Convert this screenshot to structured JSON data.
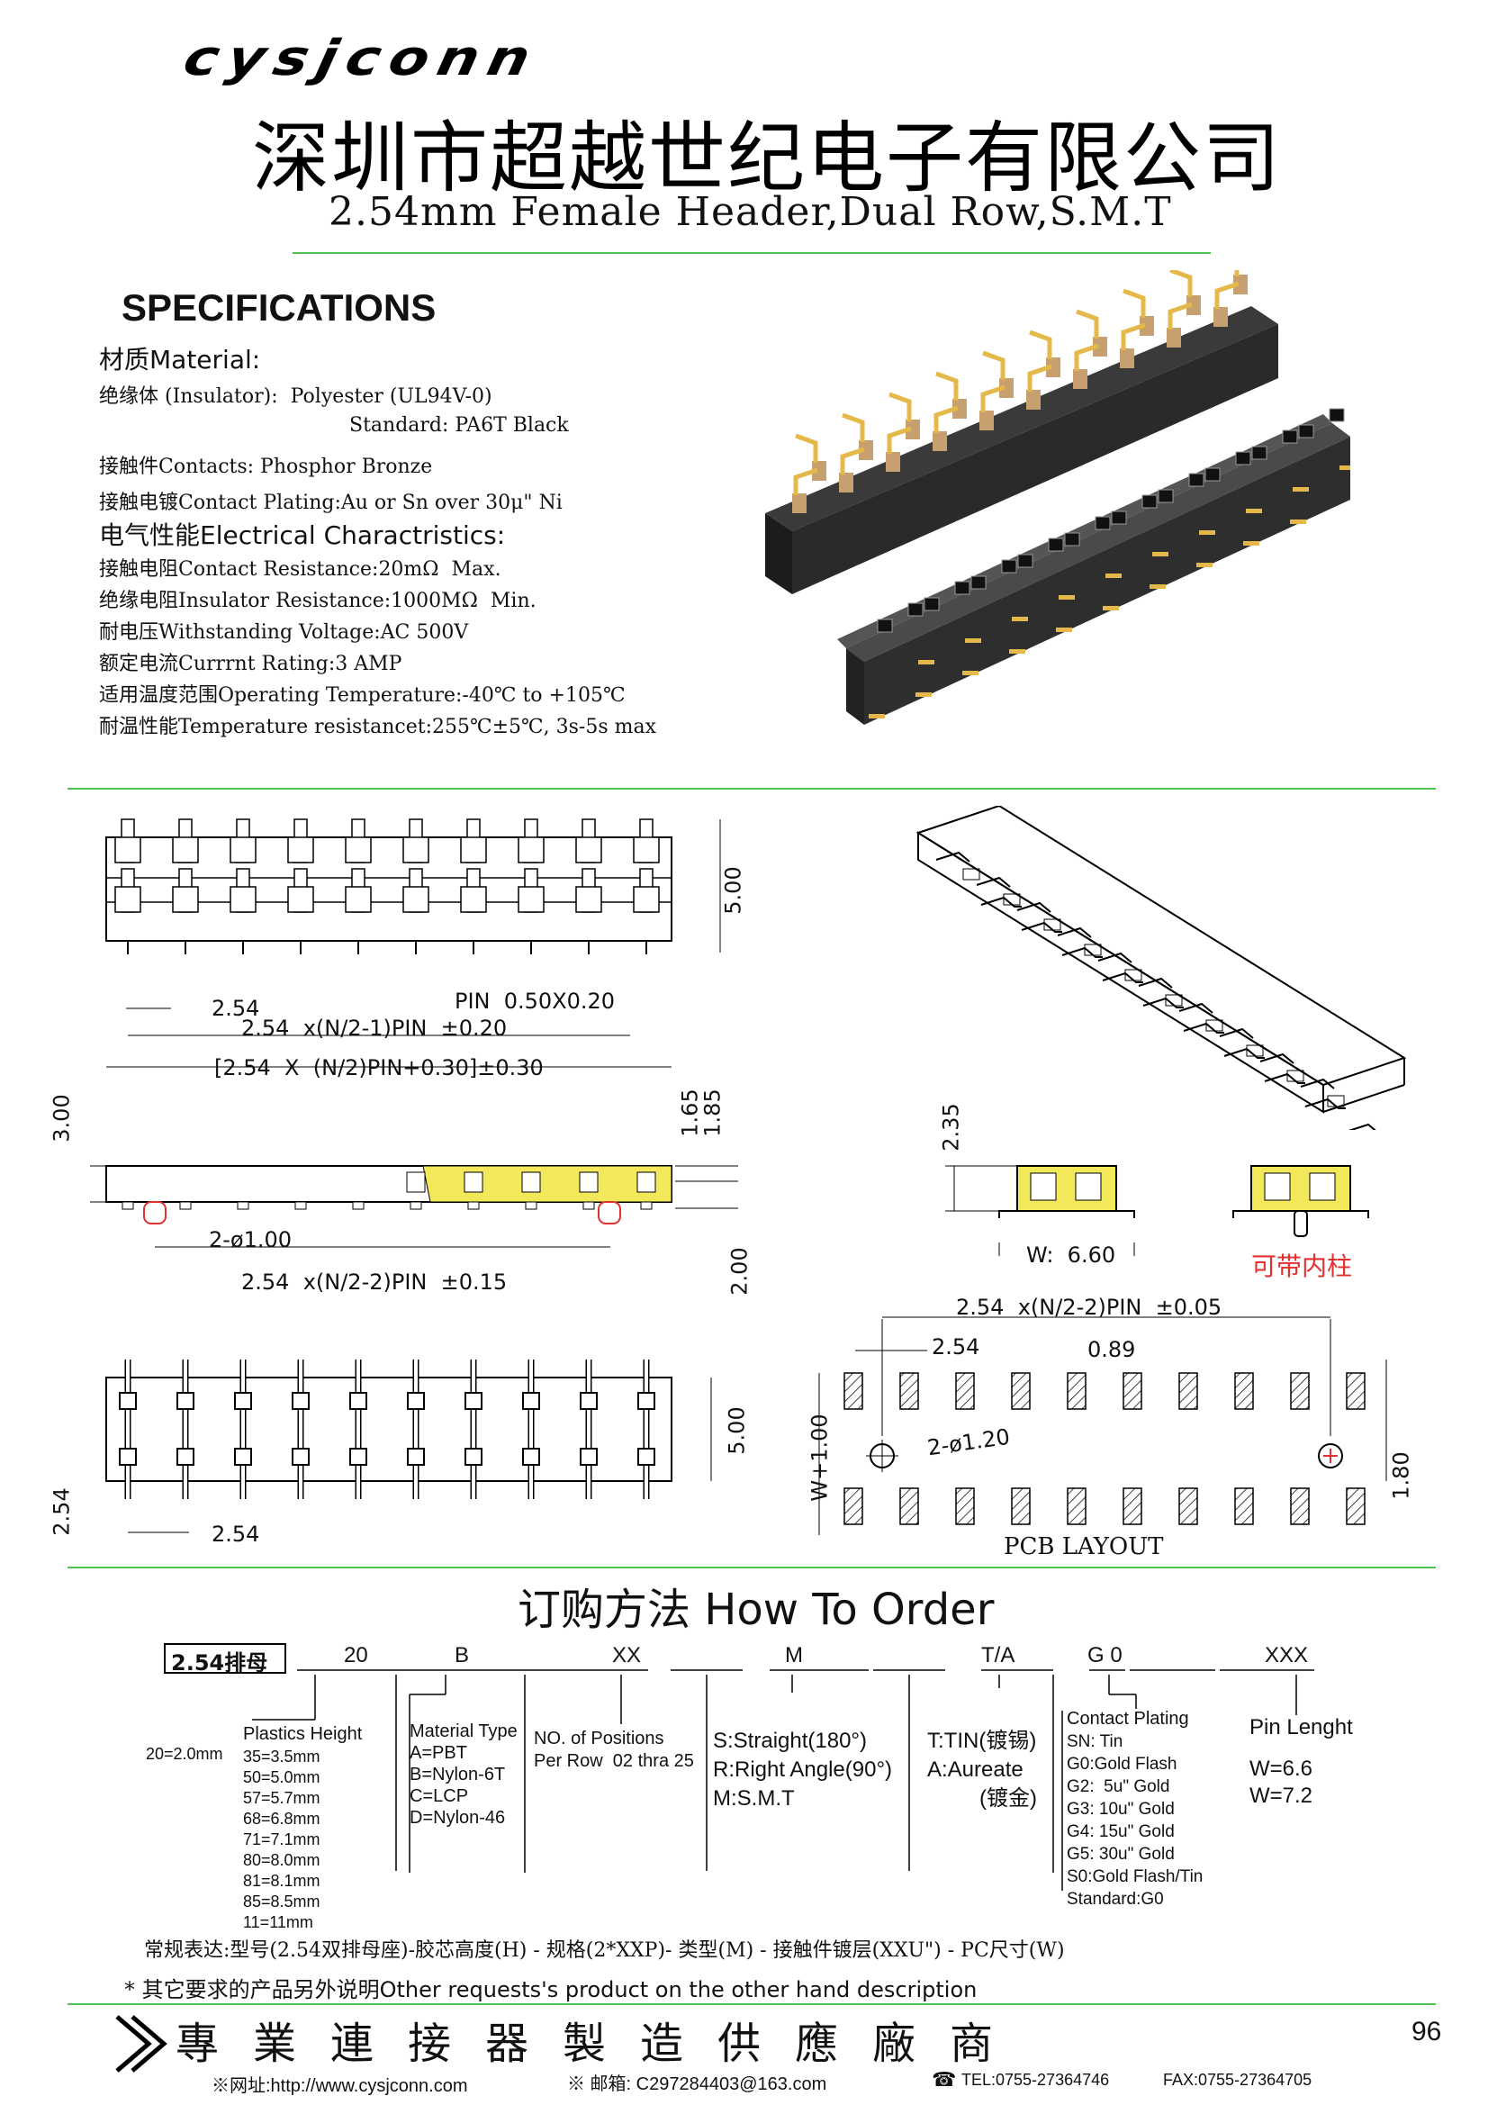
{
  "header": {
    "logo": "cysjconn",
    "company": "深圳市超越世纪电子有限公司",
    "product_title": "2.54mm Female Header,Dual Row,S.M.T"
  },
  "specs": {
    "title": "SPECIFICATIONS",
    "material_heading": "材质Material:",
    "insulator": "绝缘体 (Insulator):  Polyester (UL94V-0)",
    "standard": "Standard: PA6T Black",
    "contacts": "接触件Contacts: Phosphor Bronze",
    "plating": "接触电镀Contact Plating:Au or Sn over 30μ\" Ni",
    "electrical_heading": "电气性能Electrical Charactristics:",
    "contact_resistance": "接触电阻Contact Resistance:20mΩ  Max.",
    "insulator_resistance": "绝缘电阻Insulator Resistance:1000MΩ  Min.",
    "withstanding_voltage": "耐电压Withstanding Voltage:AC 500V",
    "current_rating": "额定电流Currrnt Rating:3 AMP",
    "operating_temp": "适用温度范围Operating Temperature:-40℃ to +105℃",
    "temp_resistance": "耐温性能Temperature resistancet:255℃±5℃, 3s-5s max"
  },
  "drawing": {
    "pitch": "2.54",
    "pin_size": "PIN  0.50X0.20",
    "span1": "2.54  x(N/2-1)PIN  ±0.20",
    "span2": "[2.54  X  (N/2)PIN+0.30]±0.30",
    "h500": "5.00",
    "h300": "3.00",
    "h165": "1.65",
    "h185": "1.85",
    "h200": "2.00",
    "post": "2-ø1.00",
    "span3": "2.54  x(N/2-2)PIN  ±0.15",
    "h235": "2.35",
    "w660": "W:  6.60",
    "optional_post": "可带内柱",
    "pcb_span": "2.54  x(N/2-2)PIN  ±0.05",
    "pcb_pitch": "2.54",
    "pcb_pad": "0.89",
    "pcb_hole": "2-ø1.20",
    "pcb_w": "W+1.00",
    "pcb_180": "1.80",
    "top_h500": "5.00",
    "top_h254": "2.54",
    "top_pitch": "2.54",
    "pcb_label": "PCB LAYOUT"
  },
  "order": {
    "title": "订购方法  How To Order",
    "part_box": "2.54排母",
    "code_height": "20",
    "code_material": "B",
    "code_positions": "XX",
    "code_type": "M",
    "code_plating_tin": "T/A",
    "code_plating": "G 0",
    "code_length": "XXX",
    "height_default": "20=2.0mm",
    "height_label": "Plastics Height",
    "heights": [
      "35=3.5mm",
      "50=5.0mm",
      "57=5.7mm",
      "68=6.8mm",
      "71=7.1mm",
      "80=8.0mm",
      "81=8.1mm",
      "85=8.5mm",
      "11=11mm"
    ],
    "material_label": "Material Type",
    "materials": [
      "A=PBT",
      "B=Nylon-6T",
      "C=LCP",
      "D=Nylon-46"
    ],
    "positions_label": "NO. of Positions",
    "positions_range": "Per Row  02 thra 25",
    "types": [
      "S:Straight(180°)",
      "R:Right Angle(90°)",
      "M:S.M.T"
    ],
    "tin": [
      "T:TIN(镀锡)",
      "A:Aureate",
      "(镀金)"
    ],
    "plating_label": "Contact Plating",
    "platings": [
      "SN: Tin",
      "G0:Gold Flash",
      "G2:  5u\" Gold",
      "G3: 10u\" Gold",
      "G4: 15u\" Gold",
      "G5: 30u\" Gold",
      "S0:Gold Flash/Tin",
      "Standard:G0"
    ],
    "length_label": "Pin Lenght",
    "lengths": [
      "W=6.6",
      "W=7.2"
    ],
    "expression": "常规表达:型号(2.54双排母座)-胶芯高度(H) - 规格(2*XXP)- 类型(M) - 接触件镀层(XXU\") - PC尺寸(W)",
    "note": "* 其它要求的产品另外说明Other requests's product on the other hand description"
  },
  "footer": {
    "slogan": "專業連接器製造供應廠商",
    "page_number": "96",
    "website": "※网址:http://www.cysjconn.com",
    "email": "※ 邮箱: C297284403@163.com",
    "tel": "TEL:0755-27364746",
    "fax": "FAX:0755-27364705"
  },
  "colors": {
    "accent_line": "#4fc24f",
    "hatch": "#f2e85a",
    "post_red": "#e23030"
  }
}
